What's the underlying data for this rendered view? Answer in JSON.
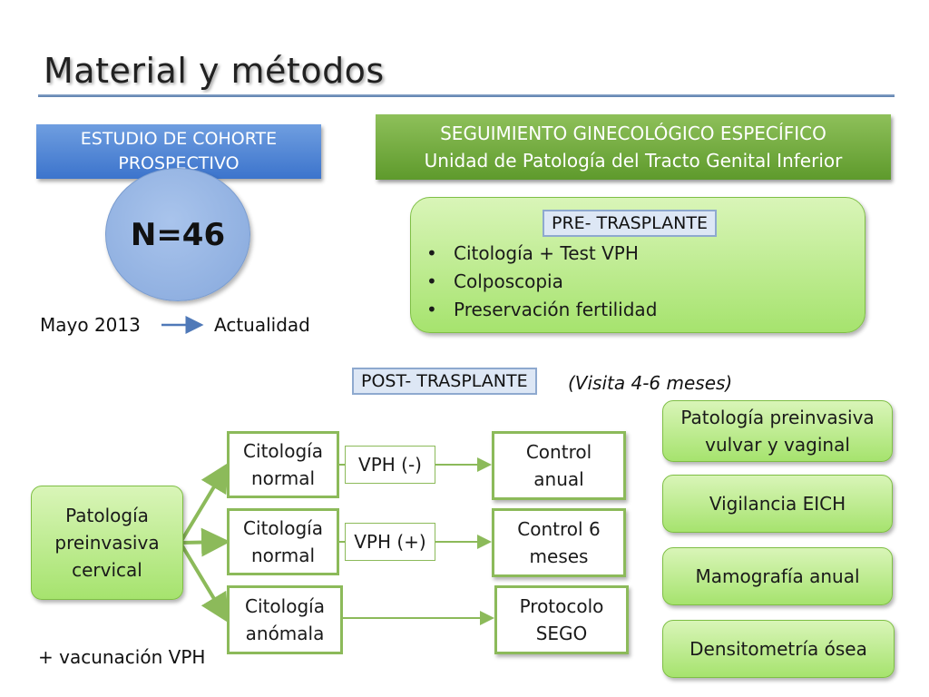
{
  "title": "Material y métodos",
  "study": {
    "line1": "ESTUDIO DE COHORTE",
    "line2": "PROSPECTIVO"
  },
  "sample": {
    "n_label": "N=46"
  },
  "timeline": {
    "start": "Mayo 2013",
    "end": "Actualidad"
  },
  "banner": {
    "line1": "SEGUIMIENTO GINECOLÓGICO ESPECÍFICO",
    "line2": "Unidad de Patología del Tracto Genital Inferior"
  },
  "pre": {
    "label": "PRE- TRASPLANTE",
    "items": [
      "Citología + Test VPH",
      "Colposcopia",
      "Preservación fertilidad"
    ]
  },
  "post": {
    "label": "POST- TRASPLANTE",
    "visit": "(Visita 4-6 meses)"
  },
  "flow": {
    "source": {
      "line1": "Patología",
      "line2": "preinvasiva",
      "line3": "cervical"
    },
    "branches": [
      {
        "cyto1": "Citología",
        "cyto2": "normal",
        "vph": "VPH (-)",
        "out1": "Control",
        "out2": "anual"
      },
      {
        "cyto1": "Citología",
        "cyto2": "normal",
        "vph": "VPH (+)",
        "out1": "Control 6",
        "out2": "meses"
      },
      {
        "cyto1": "Citología",
        "cyto2": "anómala",
        "out1": "Protocolo",
        "out2": "SEGO"
      }
    ]
  },
  "vaccination": "+ vacunación VPH",
  "right_boxes": {
    "vulvar": {
      "line1": "Patología preinvasiva",
      "line2": "vulvar y vaginal"
    },
    "eich": "Vigilancia EICH",
    "mammo": "Mamografía anual",
    "dens": "Densitometría ósea"
  },
  "colors": {
    "accent_blue": "#3c74cc",
    "accent_green": "#5e9a2c",
    "light_green": "#a6e36e",
    "connector_green": "#8cba5a",
    "arrow_blue": "#4f79b8"
  }
}
